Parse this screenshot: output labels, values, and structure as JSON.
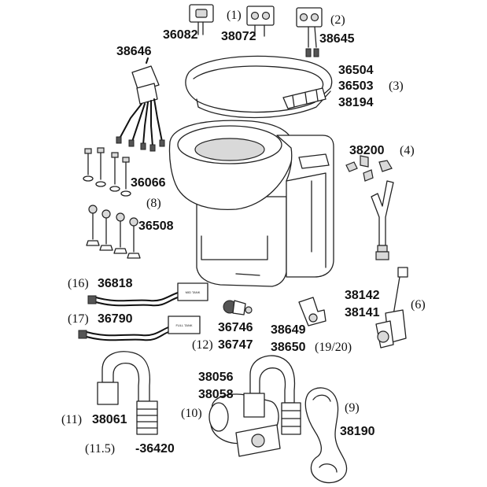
{
  "parts": {
    "p36082": "36082",
    "p38072": "38072",
    "p38645": "38645",
    "p38646": "38646",
    "p36504": "36504",
    "p36503": "36503",
    "p38194": "38194",
    "p38200": "38200",
    "p36066": "36066",
    "p36508": "36508",
    "p36818": "36818",
    "p36790": "36790",
    "p36746": "36746",
    "p36747": "36747",
    "p38649": "38649",
    "p38650": "38650",
    "p38142": "38142",
    "p38141": "38141",
    "p38056": "38056",
    "p38058": "38058",
    "p38061": "38061",
    "p36420": "-36420",
    "p38190": "38190"
  },
  "refs": {
    "r1": "(1)",
    "r2": "(2)",
    "r3": "(3)",
    "r4": "(4)",
    "r6": "(6)",
    "r8": "(8)",
    "r9": "(9)",
    "r10": "(10)",
    "r11": "(11)",
    "r11_5": "(11.5)",
    "r12": "(12)",
    "r16": "(16)",
    "r17": "(17)",
    "r19_20": "(19/20)"
  },
  "sensor_labels": {
    "mid_tank": "MID TANK",
    "full_tank": "FULL TANK"
  },
  "icons": {
    "toilet": "toilet-assembly-icon",
    "seat": "seat-lid-icon",
    "switch_panel": "switch-panel-icon",
    "wiring_harness": "wiring-harness-icon",
    "bolt": "bolt-icon",
    "fitting": "hose-fitting-icon",
    "y_fitting": "y-fitting-icon",
    "sensor": "tank-sensor-icon",
    "valve": "valve-icon",
    "pump": "pump-icon",
    "elbow": "elbow-pipe-icon",
    "hose": "hose-icon"
  }
}
